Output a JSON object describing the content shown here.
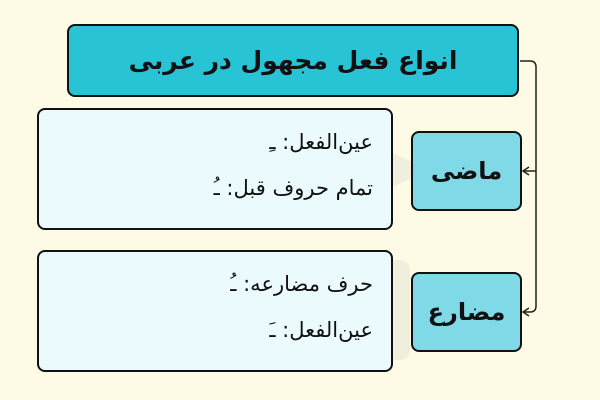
{
  "title": "انواع فعل مجهول در عربی",
  "branches": [
    {
      "label": "ماضی",
      "lines": [
        "عین‌الفعل: ـِ",
        "تمام حروف قبل: ـُ"
      ]
    },
    {
      "label": "مضارع",
      "lines": [
        "حرف مضارعه: ـُ",
        "عین‌الفعل: ـَ"
      ]
    }
  ],
  "colors": {
    "title_fill": "#29c3d6",
    "label_fill": "#7fd9e7",
    "content_fill": "#ebfafd",
    "background": "#fdfbe6"
  }
}
